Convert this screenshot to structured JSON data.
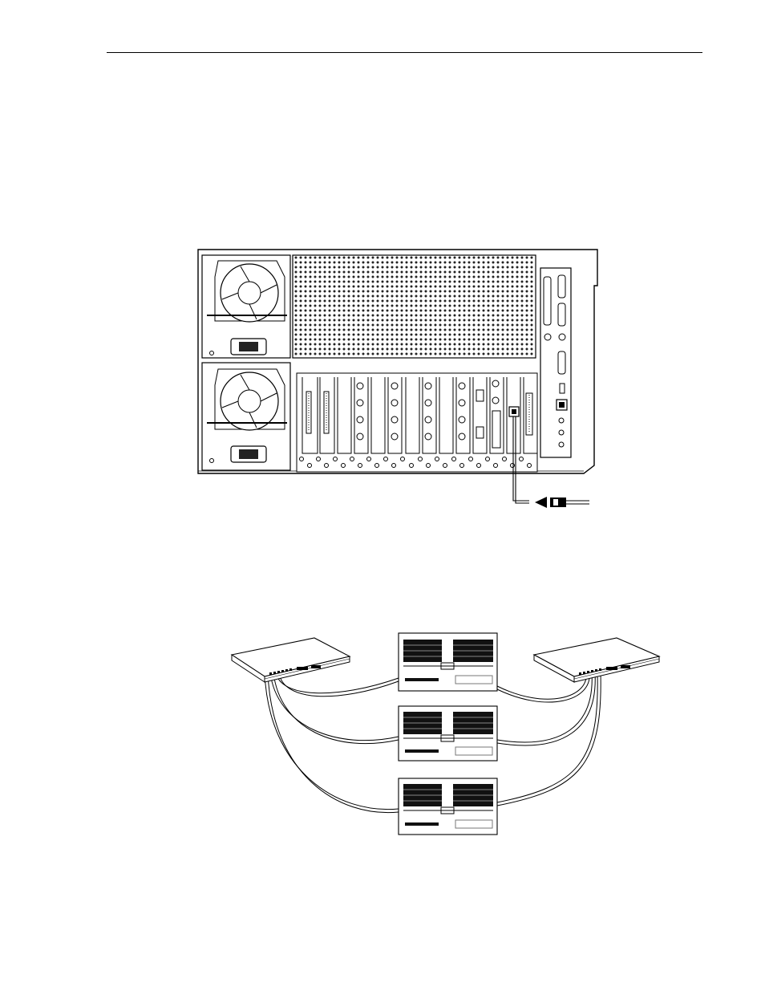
{
  "figures": [
    {
      "id": "figure-rear-panel",
      "icon": "server-rear-panel-illustration"
    },
    {
      "id": "figure-network",
      "icon": "network-topology-illustration"
    }
  ]
}
